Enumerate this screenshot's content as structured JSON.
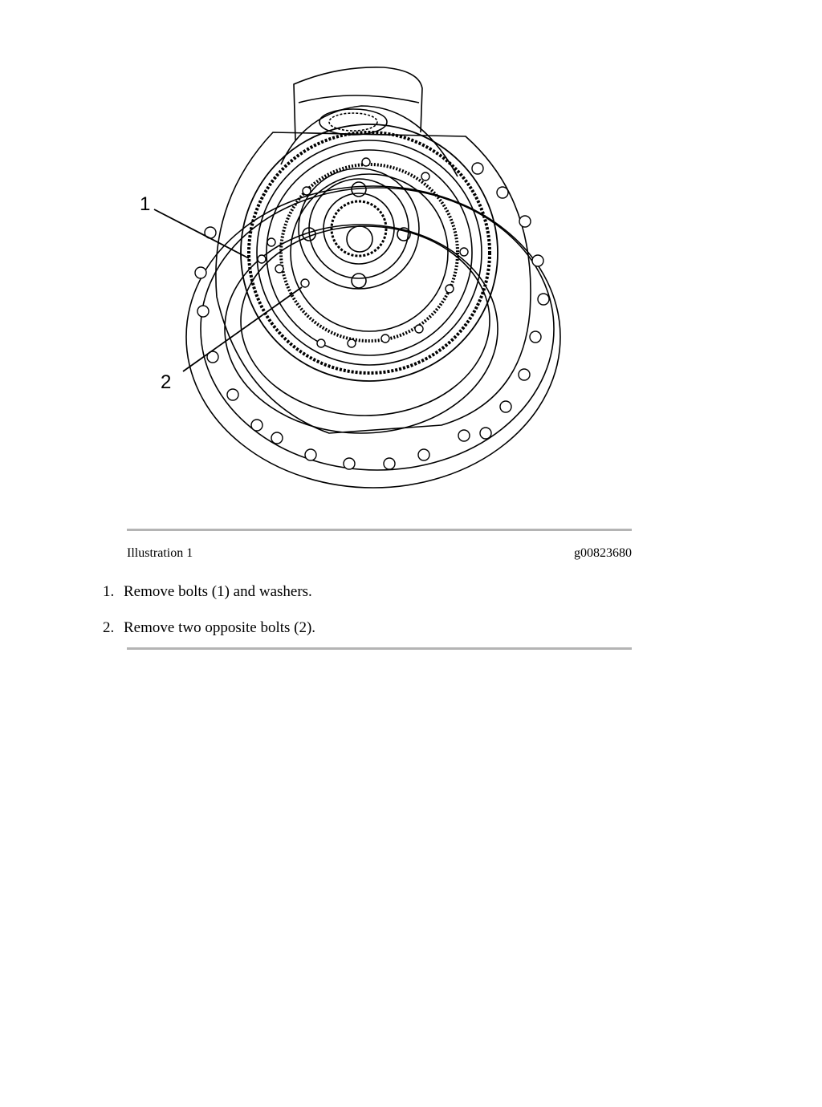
{
  "figure": {
    "callouts": [
      "1",
      "2"
    ],
    "caption_label": "Illustration 1",
    "graphic_id": "g00823680"
  },
  "steps": [
    {
      "number": "1.",
      "text": "Remove bolts (1) and washers."
    },
    {
      "number": "2.",
      "text": "Remove two opposite bolts (2)."
    }
  ]
}
